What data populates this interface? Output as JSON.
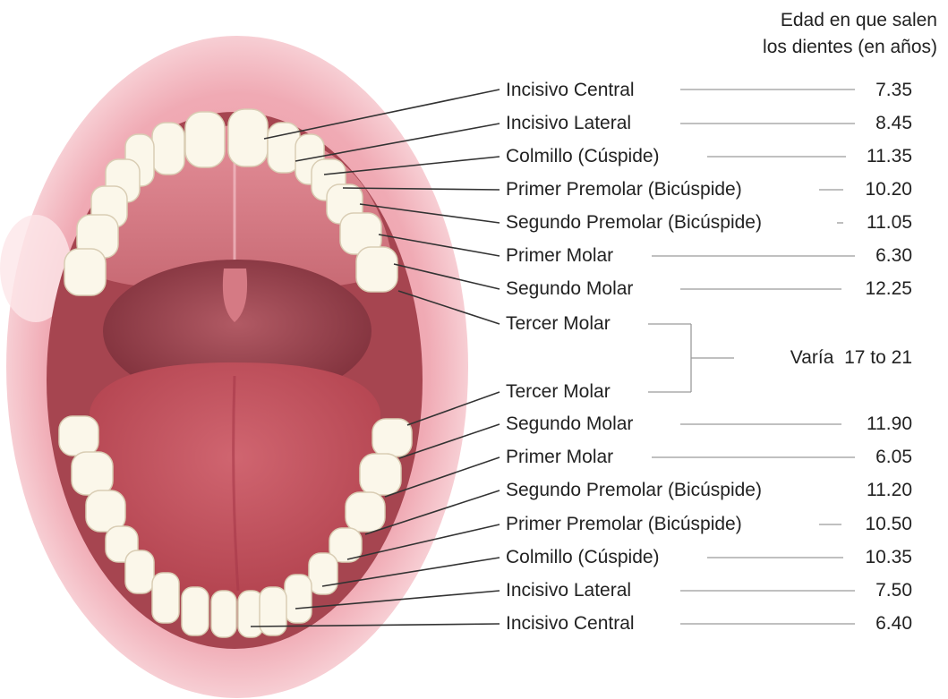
{
  "header": {
    "line1": "Edad en que salen",
    "line2": "los dientes (en años)"
  },
  "upper_teeth": [
    {
      "name": "Incisivo Central",
      "age": "7.35"
    },
    {
      "name": "Incisivo Lateral",
      "age": "8.45"
    },
    {
      "name": "Colmillo (Cúspide)",
      "age": "11.35"
    },
    {
      "name": "Primer Premolar (Bicúspide)",
      "age": "10.20"
    },
    {
      "name": "Segundo Premolar (Bicúspide)",
      "age": "11.05"
    },
    {
      "name": "Primer Molar",
      "age": "6.30"
    },
    {
      "name": "Segundo Molar",
      "age": "12.25"
    }
  ],
  "third_molars": {
    "upper": "Tercer Molar",
    "lower": "Tercer Molar",
    "age": "Varía  17 to 21"
  },
  "lower_teeth": [
    {
      "name": "Segundo Molar",
      "age": "11.90"
    },
    {
      "name": "Primer Molar",
      "age": "6.05"
    },
    {
      "name": "Segundo Premolar (Bicúspide)",
      "age": "11.20"
    },
    {
      "name": "Primer Premolar (Bicúspide)",
      "age": "10.50"
    },
    {
      "name": "Colmillo (Cúspide)",
      "age": "10.35"
    },
    {
      "name": "Incisivo Lateral",
      "age": "7.50"
    },
    {
      "name": "Incisivo Central",
      "age": "6.40"
    }
  ],
  "colors": {
    "lip": "#efa7b2",
    "gum": "#d9747f",
    "tongue": "#c65560",
    "throat": "#8d3d47",
    "tooth": "#fbf7ea",
    "leader": "#333333",
    "dash": "#9a9a9a"
  }
}
